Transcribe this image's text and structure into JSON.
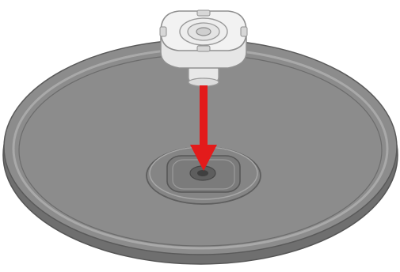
{
  "diagram": {
    "kind": "assembly-illustration",
    "steps": [
      {
        "action": "insert",
        "part": "adapter-mount",
        "target": "base-plate-center-socket",
        "direction": "down"
      }
    ]
  },
  "colors": {
    "background": "#ffffff",
    "plate_fill": "#8c8c8c",
    "plate_edge": "#6e6e6e",
    "plate_rim": "#a9a9a9",
    "mount_fill": "#f2f2f2",
    "mount_edge": "#9a9a9a",
    "arrow": "#e31b1b"
  },
  "icons": {
    "arrow": "down-arrow-icon"
  }
}
